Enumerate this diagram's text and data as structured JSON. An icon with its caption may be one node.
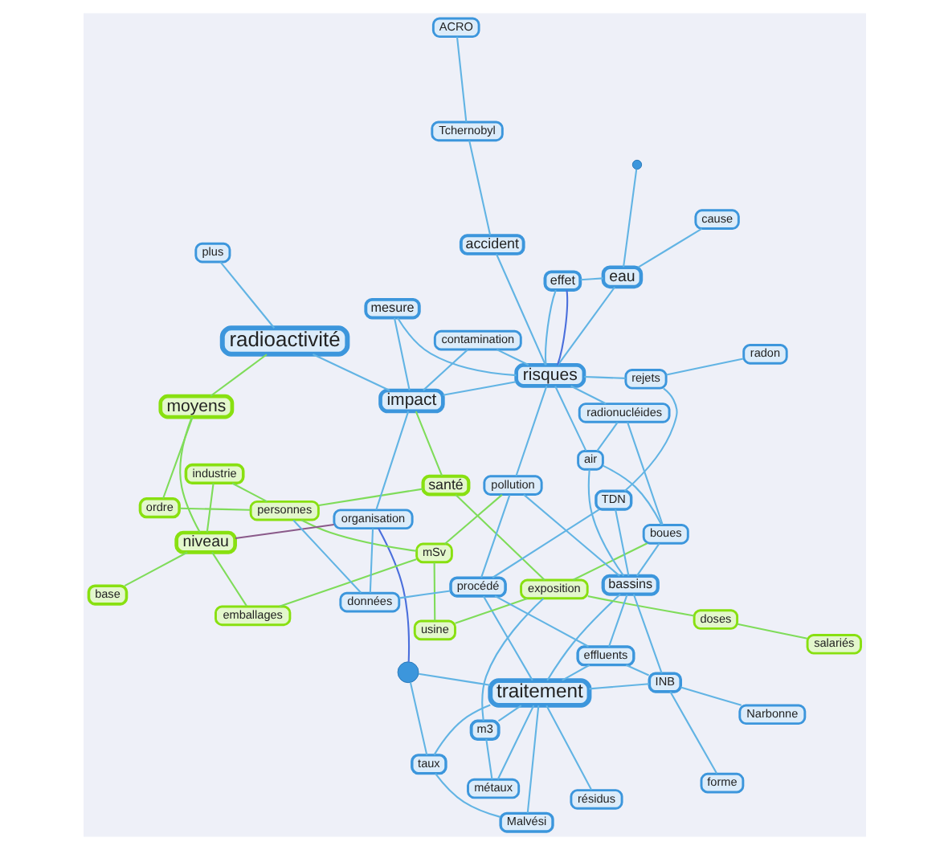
{
  "diagram": {
    "nodes": [
      {
        "text": [
          "taux"
        ]
      },
      {
        "text": [
          "Malvési"
        ]
      },
      {
        "text": [
          "traitement"
        ]
      },
      {
        "text": [
          "m3"
        ]
      },
      {
        "text": [
          "résidus"
        ]
      },
      {
        "text": [
          "métaux"
        ]
      },
      {
        "text": [],
        "shape": "circle"
      },
      {
        "text": [
          "doses"
        ]
      },
      {
        "text": [
          "salariés"
        ]
      },
      {
        "text": [
          "emballages"
        ]
      },
      {
        "text": [
          "moyens"
        ]
      },
      {
        "text": [
          "ordre"
        ]
      },
      {
        "text": [
          "santé"
        ]
      },
      {
        "text": [
          "exposition"
        ]
      },
      {
        "text": [
          "usine"
        ]
      },
      {
        "text": [
          "mSv"
        ]
      },
      {
        "text": [
          "niveau"
        ]
      },
      {
        "text": [
          "base"
        ]
      },
      {
        "text": [
          "industrie"
        ]
      },
      {
        "text": [
          "personnes"
        ]
      },
      {
        "text": [
          "données"
        ]
      },
      {
        "text": [
          "organisation"
        ]
      },
      {
        "text": [
          "INB"
        ]
      },
      {
        "text": [
          "Narbonne"
        ]
      },
      {
        "text": [
          "effluents"
        ]
      },
      {
        "text": [
          "bassins"
        ]
      },
      {
        "text": [
          "procédé"
        ]
      },
      {
        "text": [
          "TDN"
        ]
      },
      {
        "text": [
          "boues"
        ]
      },
      {
        "text": [
          "pollution"
        ]
      },
      {
        "text": [
          "air"
        ]
      },
      {
        "text": [
          "radionucléides"
        ]
      },
      {
        "text": [
          "forme"
        ]
      },
      {
        "text": [
          "radioactivité"
        ]
      },
      {
        "text": [
          "plus"
        ]
      },
      {
        "text": [
          "impact"
        ]
      },
      {
        "text": [
          "rejets"
        ]
      },
      {
        "text": [
          "contamination"
        ]
      },
      {
        "text": [
          "risques"
        ]
      },
      {
        "text": [
          "eau"
        ]
      },
      {
        "text": [
          "effet"
        ]
      },
      {
        "text": [
          "Tchernobyl"
        ]
      },
      {
        "text": [
          "ACRO"
        ]
      },
      {
        "text": [
          "radon"
        ]
      },
      {
        "text": [
          "accident"
        ]
      },
      {
        "text": [
          "mesure"
        ]
      },
      {
        "text": [],
        "shape": "circle"
      },
      {
        "text": [
          "cause"
        ]
      }
    ],
    "edges": [
      {
        "from": 0,
        "to": 1,
        "arrow": "none"
      },
      {
        "from": 0,
        "to": 2,
        "arrow": "none"
      },
      {
        "from": 1,
        "to": 2,
        "arrow": "none"
      },
      {
        "from": 2,
        "to": 3,
        "arrow": "none"
      },
      {
        "from": 2,
        "to": 6,
        "arrow": "none"
      },
      {
        "from": 0,
        "to": 6,
        "arrow": "none"
      },
      {
        "from": 2,
        "to": 4,
        "arrow": "none"
      },
      {
        "from": 2,
        "to": 5,
        "arrow": "none"
      },
      {
        "from": 2,
        "to": 22,
        "arrow": "none"
      },
      {
        "from": 2,
        "to": 24,
        "arrow": "none"
      },
      {
        "from": 2,
        "to": 25,
        "arrow": "none"
      },
      {
        "from": 2,
        "to": 26,
        "arrow": "none"
      },
      {
        "from": 3,
        "to": 5,
        "arrow": "none"
      },
      {
        "from": 3,
        "to": 13,
        "arrow": "none"
      },
      {
        "from": 22,
        "to": 23,
        "arrow": "none"
      },
      {
        "from": 22,
        "to": 24,
        "arrow": "none"
      },
      {
        "from": 22,
        "to": 32,
        "arrow": "none"
      },
      {
        "from": 22,
        "to": 25,
        "arrow": "none"
      },
      {
        "from": 24,
        "to": 25,
        "arrow": "none"
      },
      {
        "from": 24,
        "to": 26,
        "arrow": "none"
      },
      {
        "from": 25,
        "to": 28,
        "arrow": "none"
      },
      {
        "from": 25,
        "to": 27,
        "arrow": "none"
      },
      {
        "from": 25,
        "to": 29,
        "arrow": "none"
      },
      {
        "from": 25,
        "to": 30,
        "arrow": "none"
      },
      {
        "from": 26,
        "to": 27,
        "arrow": "none"
      },
      {
        "from": 26,
        "to": 29,
        "arrow": "none"
      },
      {
        "from": 27,
        "to": 36,
        "arrow": "none"
      },
      {
        "from": 28,
        "to": 31,
        "arrow": "none"
      },
      {
        "from": 28,
        "to": 30,
        "arrow": "none"
      },
      {
        "from": 30,
        "to": 31,
        "arrow": "none"
      },
      {
        "from": 30,
        "to": 38,
        "arrow": "none"
      },
      {
        "from": 31,
        "to": 38,
        "arrow": "none"
      },
      {
        "from": 29,
        "to": 38,
        "arrow": "none"
      },
      {
        "from": 36,
        "to": 38,
        "arrow": "none"
      },
      {
        "from": 35,
        "to": 38,
        "arrow": "none"
      },
      {
        "from": 35,
        "to": 33,
        "arrow": "none"
      },
      {
        "from": 35,
        "to": 37,
        "arrow": "none"
      },
      {
        "from": 37,
        "to": 38,
        "arrow": "none"
      },
      {
        "from": 38,
        "to": 39,
        "arrow": "none"
      },
      {
        "from": 39,
        "to": 40,
        "arrow": "none"
      },
      {
        "from": 38,
        "to": 40,
        "arrow": "none"
      },
      {
        "from": 33,
        "to": 34,
        "arrow": "none"
      },
      {
        "from": 38,
        "to": 44,
        "arrow": "none"
      },
      {
        "from": 38,
        "to": 45,
        "arrow": "none"
      },
      {
        "from": 35,
        "to": 45,
        "arrow": "none"
      },
      {
        "from": 39,
        "to": 46,
        "arrow": "none"
      },
      {
        "from": 41,
        "to": 42,
        "arrow": "none"
      },
      {
        "from": 41,
        "to": 44,
        "arrow": "none"
      },
      {
        "from": 43,
        "to": 36,
        "arrow": "none"
      },
      {
        "from": 47,
        "to": 39,
        "arrow": "none"
      },
      {
        "from": 6,
        "to": 21,
        "arrow": "none",
        "color": "#4b6fdc"
      },
      {
        "from": 38,
        "to": 40,
        "arrow": "none",
        "color": "#4b6fdc"
      },
      {
        "from": 7,
        "to": 13,
        "arrow": "none",
        "color": "#7fdc5a"
      },
      {
        "from": 8,
        "to": 7,
        "arrow": "none",
        "color": "#7fdc5a"
      },
      {
        "from": 13,
        "to": 12,
        "arrow": "none",
        "color": "#7fdc5a"
      },
      {
        "from": 13,
        "to": 14,
        "arrow": "none",
        "color": "#7fdc5a"
      },
      {
        "from": 9,
        "to": 15,
        "arrow": "none",
        "color": "#7fdc5a"
      },
      {
        "from": 9,
        "to": 16,
        "arrow": "none",
        "color": "#7fdc5a"
      },
      {
        "from": 10,
        "to": 11,
        "arrow": "none",
        "color": "#7fdc5a"
      },
      {
        "from": 10,
        "to": 16,
        "arrow": "none",
        "color": "#7fdc5a"
      },
      {
        "from": 12,
        "to": 19,
        "arrow": "none",
        "color": "#7fdc5a"
      },
      {
        "from": 11,
        "to": 19,
        "arrow": "none",
        "color": "#7fdc5a"
      },
      {
        "from": 16,
        "to": 18,
        "arrow": "none",
        "color": "#7fdc5a"
      },
      {
        "from": 16,
        "to": 17,
        "arrow": "none",
        "color": "#7fdc5a"
      },
      {
        "from": 18,
        "to": 19,
        "arrow": "none",
        "color": "#7fdc5a"
      },
      {
        "from": 14,
        "to": 15,
        "arrow": "none",
        "color": "#7fdc5a"
      },
      {
        "from": 15,
        "to": 19,
        "arrow": "none",
        "color": "#7fdc5a"
      },
      {
        "from": 12,
        "to": 35,
        "arrow": "none",
        "color": "#7fdc5a"
      },
      {
        "from": 13,
        "to": 28,
        "arrow": "none",
        "color": "#7fdc5a"
      },
      {
        "from": 15,
        "to": 29,
        "arrow": "none",
        "color": "#7fdc5a"
      },
      {
        "from": 10,
        "to": 33,
        "arrow": "none",
        "color": "#7fdc5a"
      },
      {
        "from": 19,
        "to": 20,
        "arrow": "none"
      },
      {
        "from": 20,
        "to": 21,
        "arrow": "none"
      },
      {
        "from": 21,
        "to": 35,
        "arrow": "none"
      },
      {
        "from": 20,
        "to": 26,
        "arrow": "none"
      },
      {
        "from": 16,
        "to": 21,
        "arrow": "none",
        "color": "#8a5a8a"
      }
    ]
  }
}
